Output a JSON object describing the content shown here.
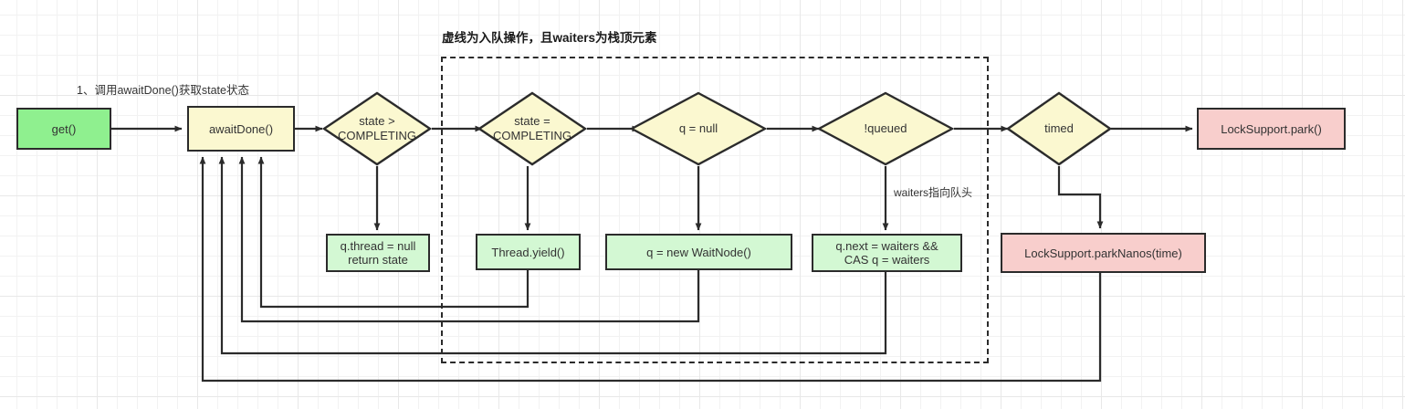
{
  "diagram": {
    "title_note": "虚线为入队操作，且waiters为栈顶元素",
    "step_note": "1、调用awaitDone()获取state状态",
    "queue_note": "waiters指向队头",
    "colors": {
      "start_green": "#8FF08F",
      "decision_yellow": "#FBF8D0",
      "process_green": "#D3F8D3",
      "park_pink": "#F8CECC",
      "stroke": "#2b2b2b",
      "grid": "#e8e8e8",
      "text": "#333333"
    },
    "nodes": [
      {
        "id": "get",
        "label": "get()",
        "shape": "rect",
        "fill": "start_green"
      },
      {
        "id": "awaitDone",
        "label": "awaitDone()",
        "shape": "rect",
        "fill": "decision_yellow"
      },
      {
        "id": "stateGt",
        "label": "state >\nCOMPLETING",
        "shape": "diamond",
        "fill": "decision_yellow"
      },
      {
        "id": "stateEq",
        "label": "state =\nCOMPLETING",
        "shape": "diamond",
        "fill": "decision_yellow"
      },
      {
        "id": "qNull",
        "label": "q = null",
        "shape": "diamond",
        "fill": "decision_yellow"
      },
      {
        "id": "notQueued",
        "label": "!queued",
        "shape": "diamond",
        "fill": "decision_yellow"
      },
      {
        "id": "timed",
        "label": "timed",
        "shape": "diamond",
        "fill": "decision_yellow"
      },
      {
        "id": "park",
        "label": "LockSupport.park()",
        "shape": "rect",
        "fill": "park_pink"
      },
      {
        "id": "parkNanos",
        "label": "LockSupport.parkNanos(time)",
        "shape": "rect",
        "fill": "park_pink"
      },
      {
        "id": "qThreadNull",
        "label": "q.thread = null\nreturn state",
        "shape": "rect",
        "fill": "process_green"
      },
      {
        "id": "threadYield",
        "label": "Thread.yield()",
        "shape": "rect",
        "fill": "process_green"
      },
      {
        "id": "newWaitNode",
        "label": "q = new WaitNode()",
        "shape": "rect",
        "fill": "process_green"
      },
      {
        "id": "casWaiters",
        "label": "q.next = waiters &&\nCAS q = waiters",
        "shape": "rect",
        "fill": "process_green"
      }
    ]
  }
}
